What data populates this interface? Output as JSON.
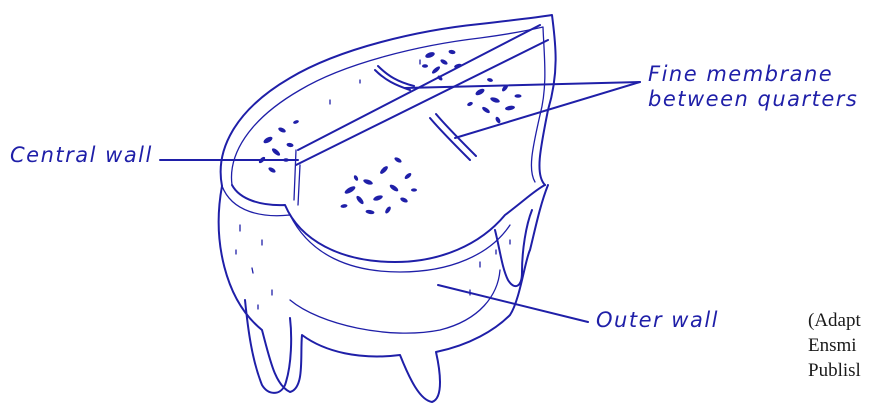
{
  "labels": {
    "fine_membrane_line1": "Fine membrane",
    "fine_membrane_line2": "between quarters",
    "central_wall": "Central wall",
    "outer_wall": "Outer wall"
  },
  "citation": {
    "line1": "(Adapt",
    "line2": "Ensmi",
    "line3": "Publisl"
  },
  "colors": {
    "ink": "#1f1fa8",
    "citation_text": "#1a1a1a",
    "background": "#ffffff"
  }
}
